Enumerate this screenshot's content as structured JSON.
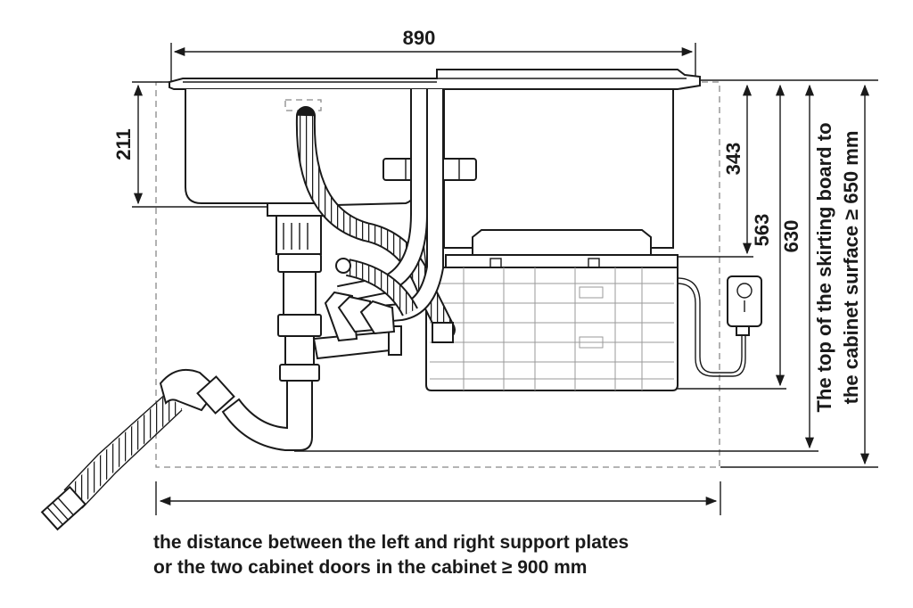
{
  "dimensions": {
    "width_top": "890",
    "sink_depth": "211",
    "d343": "343",
    "d563": "563",
    "d630": "630"
  },
  "side_note": {
    "line1": "The top of the skirting board to",
    "line2": "the cabinet surface ≥ 650 mm"
  },
  "caption": {
    "line1": "the distance between the left and right support plates",
    "line2": "or the two cabinet doors in the cabinet ≥ 900 mm"
  },
  "colors": {
    "line": "#1a1a1a",
    "dashed_outline": "#888888",
    "background": "#ffffff"
  }
}
